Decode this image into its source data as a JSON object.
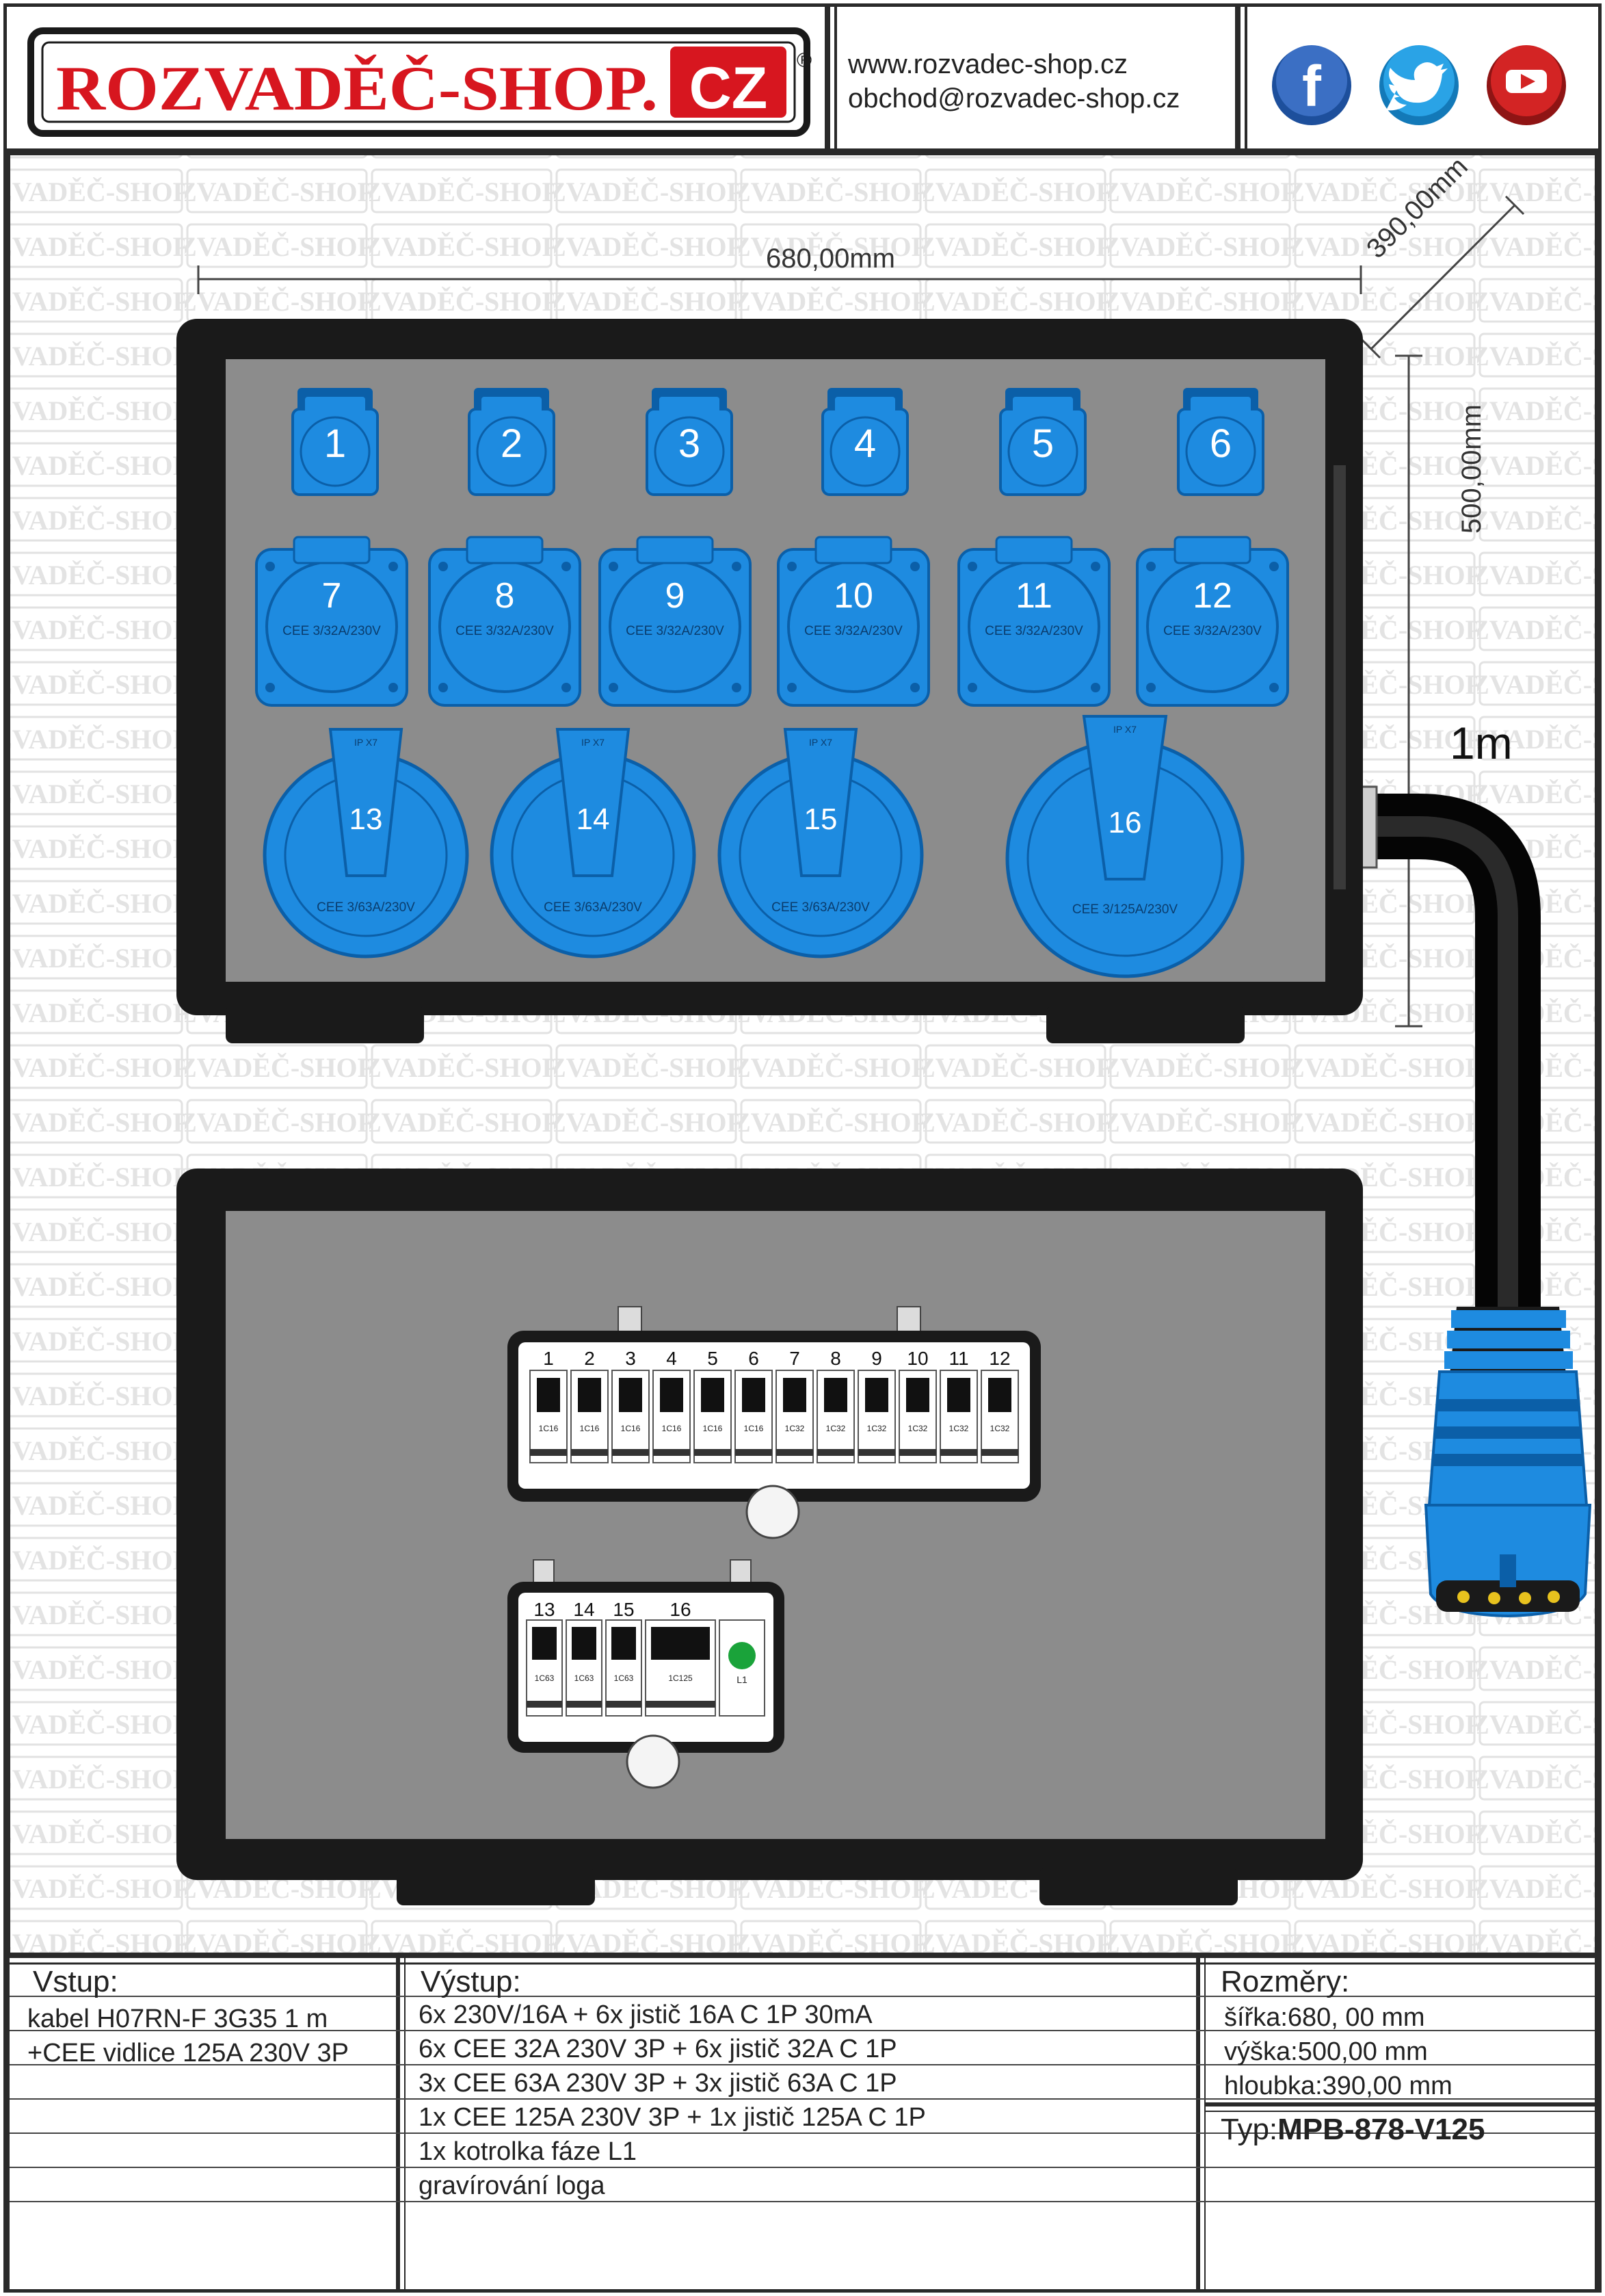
{
  "header": {
    "logo": "ROZVADĚČ-SHOP.CZ",
    "registered_mark": "®",
    "website": "www.rozvadec-shop.cz",
    "email": "obchod@rozvadec-shop.cz",
    "social": [
      {
        "name": "facebook",
        "icon": "facebook-icon",
        "color": "#3b5998"
      },
      {
        "name": "twitter",
        "icon": "twitter-icon",
        "color": "#1da1f2"
      },
      {
        "name": "youtube",
        "icon": "youtube-icon",
        "color": "#c4302b"
      }
    ]
  },
  "watermark": "ROZVADĚČ-SHOP.CZ",
  "dimensions": {
    "width": "680,00mm",
    "depth": "390,00mm",
    "height": "500,00mm",
    "cable": "1m"
  },
  "front_panel": {
    "row1": [
      {
        "num": "1"
      },
      {
        "num": "2"
      },
      {
        "num": "3"
      },
      {
        "num": "4"
      },
      {
        "num": "5"
      },
      {
        "num": "6"
      }
    ],
    "row2": [
      {
        "num": "7",
        "label": "CEE 3/32A/230V"
      },
      {
        "num": "8",
        "label": "CEE 3/32A/230V"
      },
      {
        "num": "9",
        "label": "CEE 3/32A/230V"
      },
      {
        "num": "10",
        "label": "CEE 3/32A/230V"
      },
      {
        "num": "11",
        "label": "CEE 3/32A/230V"
      },
      {
        "num": "12",
        "label": "CEE 3/32A/230V"
      }
    ],
    "row3": [
      {
        "num": "13",
        "label": "CEE 3/63A/230V",
        "ip": "IP X7"
      },
      {
        "num": "14",
        "label": "CEE 3/63A/230V",
        "ip": "IP X7"
      },
      {
        "num": "15",
        "label": "CEE 3/63A/230V",
        "ip": "IP X7"
      },
      {
        "num": "16",
        "label": "CEE 3/125A/230V",
        "ip": "IP X7"
      }
    ]
  },
  "breaker_panel_1": {
    "numbers": [
      "1",
      "2",
      "3",
      "4",
      "5",
      "6",
      "7",
      "8",
      "9",
      "10",
      "11",
      "12"
    ],
    "ratings": [
      "1C16",
      "1C16",
      "1C16",
      "1C16",
      "1C16",
      "1C16",
      "1C32",
      "1C32",
      "1C32",
      "1C32",
      "1C32",
      "1C32"
    ]
  },
  "breaker_panel_2": {
    "numbers": [
      "13",
      "14",
      "15",
      "16"
    ],
    "ratings": [
      "1C63",
      "1C63",
      "1C63",
      "1C125"
    ],
    "lamp_label": "L1",
    "lamp_color": "#1aa33a"
  },
  "colors": {
    "socket_blue": "#1e8be0",
    "socket_dark": "#0b5fa8",
    "box_black": "#1a1a1a",
    "panel_gray": "#8c8c8c",
    "logo_red": "#d7161f"
  },
  "info": {
    "vstup": {
      "title": "Vstup:",
      "lines": [
        "kabel H07RN-F 3G35 1 m",
        "+CEE vidlice 125A 230V 3P"
      ]
    },
    "vystup": {
      "title": "Výstup:",
      "lines": [
        "6x 230V/16A + 6x jistič 16A C 1P 30mA",
        "6x CEE 32A 230V 3P + 6x jistič 32A C 1P",
        "3x CEE 63A 230V 3P + 3x jistič 63A C 1P",
        "1x CEE 125A 230V 3P + 1x jistič 125A C 1P",
        "1x kotrolka fáze L1",
        "gravírování loga"
      ]
    },
    "rozmery": {
      "title": "Rozměry:",
      "lines": [
        "šířka:680, 00 mm",
        "výška:500,00 mm",
        "hloubka:390,00 mm"
      ]
    },
    "typ": {
      "label": "Typ:",
      "value": "MPB-878-V125"
    }
  }
}
